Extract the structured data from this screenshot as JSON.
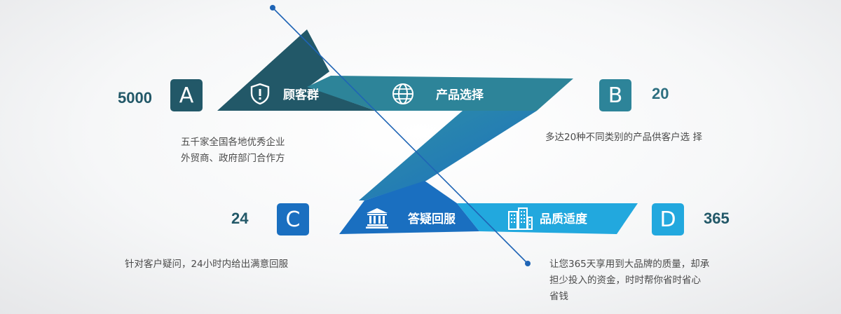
{
  "colors": {
    "a": "#225868",
    "b": "#2d8499",
    "c": "#1a6fc0",
    "d": "#22a8de",
    "line": "#1f64b5",
    "text": "#4a4a4a"
  },
  "items": [
    {
      "letter": "A",
      "number": "5000",
      "label": "顾客群",
      "icon": "shield-icon",
      "desc": [
        "五千家全国各地优秀企业",
        "外贸商、政府部门合作方"
      ]
    },
    {
      "letter": "B",
      "number": "20",
      "label": "产品选择",
      "icon": "globe-icon",
      "desc": [
        "多达20种不同类别的产品供客户选 择"
      ]
    },
    {
      "letter": "C",
      "number": "24",
      "label": "答疑回服",
      "icon": "bank-icon",
      "desc": [
        "针对客户疑问，24小时内给出满意回服"
      ]
    },
    {
      "letter": "D",
      "number": "365",
      "label": "品质适度",
      "icon": "buildings-icon",
      "desc": [
        "让您365天享用到大品牌的质量，却承",
        "担少投入的资金，时时帮你省时省心",
        "省钱"
      ]
    }
  ]
}
